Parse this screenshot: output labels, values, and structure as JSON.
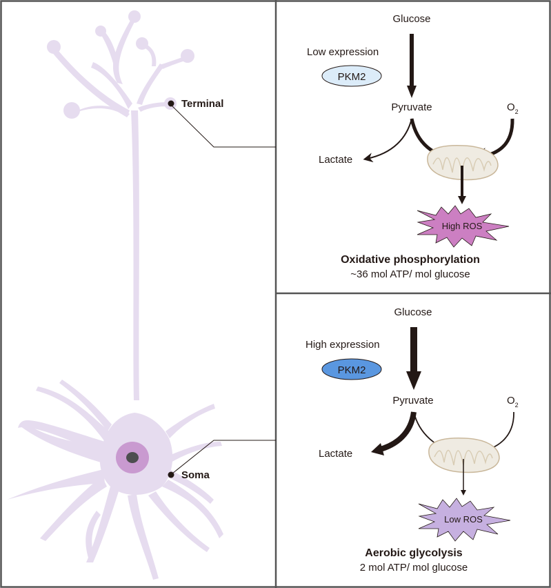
{
  "neuron": {
    "labels": {
      "terminal": "Terminal",
      "soma": "Soma"
    },
    "colors": {
      "cell_body": "#e6dcef",
      "nucleus": "#c99ad0",
      "nucleolus": "#4d4d4f",
      "callout_dot": "#231815"
    }
  },
  "panels": [
    {
      "id": "terminal-panel",
      "glucose": "Glucose",
      "expression": "Low expression",
      "enzyme": "PKM2",
      "enzyme_color": "#dcecf9",
      "pyruvate": "Pyruvate",
      "oxygen": "O",
      "oxygen_subscript": "2",
      "lactate": "Lactate",
      "ros": "High ROS",
      "ros_color": "#cc7fc2",
      "pathway_title": "Oxidative phosphorylation",
      "atp_yield": "~36 mol ATP/ mol glucose"
    },
    {
      "id": "soma-panel",
      "glucose": "Glucose",
      "expression": "High expression",
      "enzyme": "PKM2",
      "enzyme_color": "#5a97e0",
      "pyruvate": "Pyruvate",
      "oxygen": "O",
      "oxygen_subscript": "2",
      "lactate": "Lactate",
      "ros": "Low ROS",
      "ros_color": "#c6b0e0",
      "pathway_title": "Aerobic glycolysis",
      "atp_yield": "2 mol ATP/ mol glucose"
    }
  ],
  "mitochondrion_color": "#efebe2",
  "mitochondrion_stroke": "#c9b79a"
}
